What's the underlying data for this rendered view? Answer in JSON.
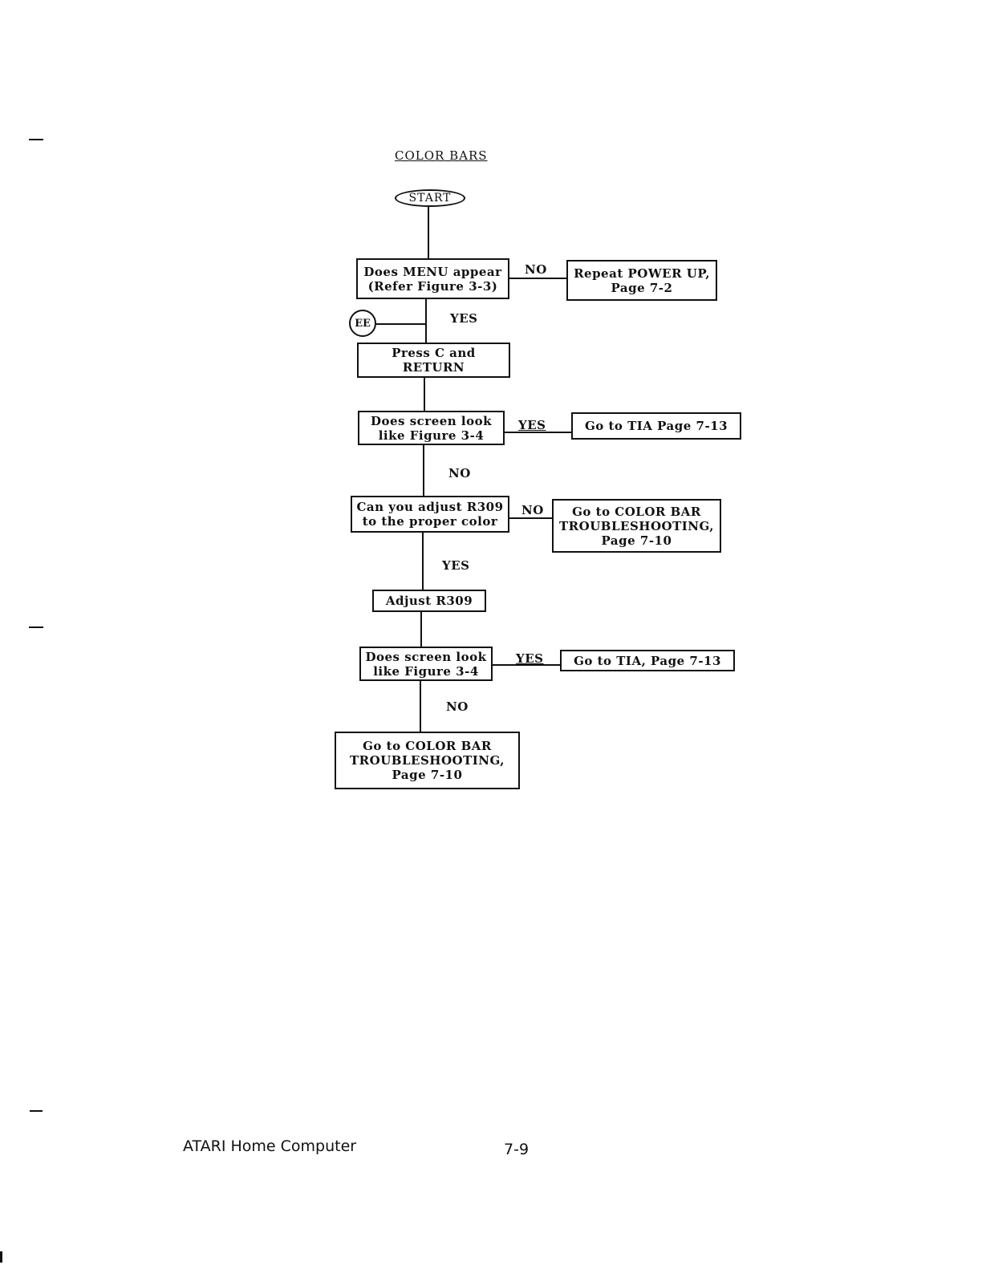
{
  "title": "COLOR BARS",
  "start": "START",
  "connector": "EE",
  "nodes": {
    "menu_q": "Does MENU appear\n(Refer Figure 3-3)",
    "power_up": "Repeat POWER UP,\nPage 7-2",
    "press_c": "Press C and\nRETURN",
    "screen_q1": "Does screen look\nlike Figure 3-4",
    "tia_1": "Go to TIA  Page 7-13",
    "adjust_q": "Can you adjust R309\nto the proper color",
    "cb_trouble_1": "Go to COLOR BAR\nTROUBLESHOOTING,\nPage 7-10",
    "adjust_r309": "Adjust R309",
    "screen_q2": "Does screen look\nlike Figure 3-4",
    "tia_2": "Go to TIA, Page 7-13",
    "cb_trouble_2": "Go to COLOR BAR\nTROUBLESHOOTING,\nPage 7-10"
  },
  "edge_labels": {
    "menu_no": "NO",
    "menu_yes": "YES",
    "screen1_yes": "YES",
    "screen1_no": "NO",
    "adjust_no": "NO",
    "adjust_yes": "YES",
    "screen2_yes": "YES",
    "screen2_no": "NO"
  },
  "footer": {
    "left": "ATARI Home Computer",
    "page": "7-9"
  }
}
